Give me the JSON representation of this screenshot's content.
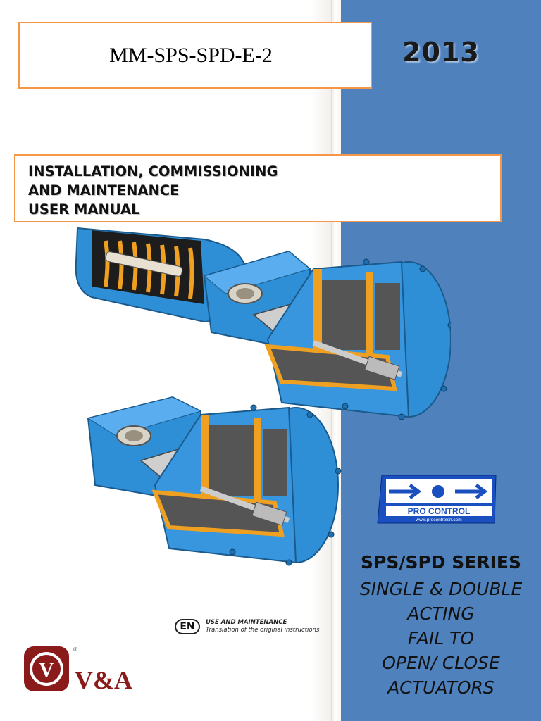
{
  "document": {
    "code": "MM-SPS-SPD-E-2",
    "year": "2013",
    "title_lines": [
      "INSTALLATION, COMMISSIONING",
      "AND MAINTENANCE",
      "USER MANUAL"
    ]
  },
  "series": {
    "title": "SPS/SPD SERIES",
    "lines": [
      "SINGLE & DOUBLE",
      "ACTING",
      "FAIL TO",
      "OPEN/ CLOSE",
      "ACTUATORS"
    ]
  },
  "pro_control_logo": {
    "name": "PRO CONTROL",
    "url": "www.procontrolsrl.com"
  },
  "en_mark": {
    "badge": "EN",
    "line1": "USE AND MAINTENANCE",
    "line2": "Translation of the original instructions"
  },
  "va_logo": {
    "monogram": "V",
    "text": "V&A",
    "registered": "®"
  },
  "colors": {
    "accent_orange": "#f79646",
    "panel_blue": "#4f81bd",
    "actuator_blue": "#2e8fd6",
    "brand_red": "#8b1a1a"
  },
  "icons": [
    "actuator-illustration",
    "pro-control-logo",
    "en-badge-icon",
    "va-logo-icon"
  ]
}
